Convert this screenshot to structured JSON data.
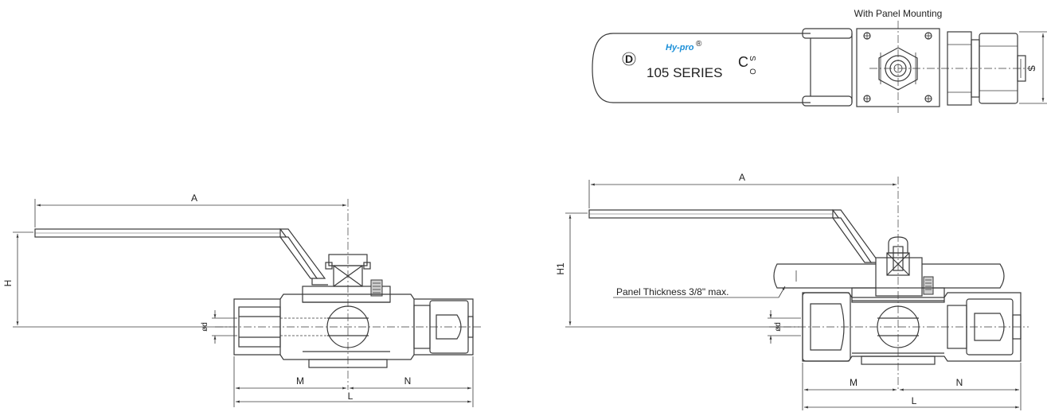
{
  "top_view": {
    "caption": "With Panel Mounting",
    "brand": "Hy-pro",
    "brand_mark": "®",
    "series_label": "105 SERIES",
    "logo_letter": "D",
    "close_mark": "C",
    "open_mark": "O",
    "side_dim": "S"
  },
  "left_view": {
    "dim_length_overall": "A",
    "dim_height": "H",
    "dim_bore": "ød",
    "dim_left": "M",
    "dim_right": "N",
    "dim_total": "L"
  },
  "right_view": {
    "dim_length_overall": "A",
    "dim_height": "H1",
    "dim_bore": "ød",
    "dim_left": "M",
    "dim_right": "N",
    "dim_total": "L",
    "panel_note": "Panel Thickness 3/8\" max."
  }
}
